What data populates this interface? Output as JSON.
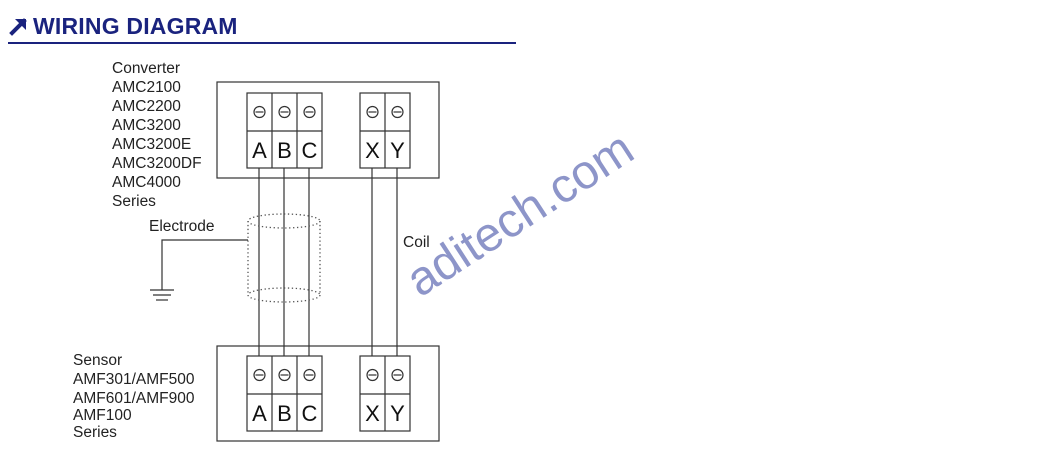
{
  "header": {
    "title": "WIRING DIAGRAM",
    "icon": "arrow-up-right-icon",
    "color": "#1a237e"
  },
  "converter": {
    "lines": [
      "Converter",
      "AMC2100",
      "AMC2200",
      "AMC3200",
      "AMC3200E",
      "AMC3200DF",
      "AMC4000",
      "Series"
    ]
  },
  "sensor": {
    "lines": [
      "Sensor",
      "AMF301/AMF500",
      "AMF601/AMF900",
      "AMF100",
      "Series"
    ]
  },
  "labels": {
    "electrode": "Electrode",
    "coil": "Coil"
  },
  "terminals": {
    "electrode": [
      "A",
      "B",
      "C"
    ],
    "coil": [
      "X",
      "Y"
    ]
  },
  "watermark": {
    "text": "aditech.com",
    "color": "#8d95c9"
  }
}
